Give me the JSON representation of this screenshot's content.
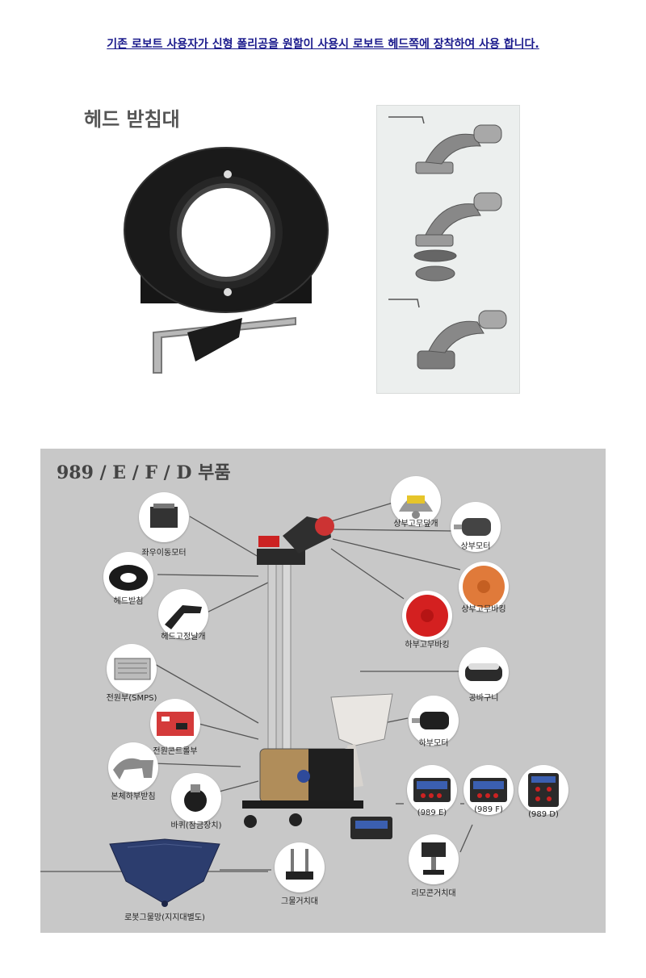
{
  "notice": "기존 로보트 사용자가 신형 폴리공을 원할이 사용시 로보트 헤드쪽에 장착하여 사용 합니다.",
  "head_section": {
    "title": "헤드 받침대"
  },
  "parts_section": {
    "title": "989 / E / F / D 부품",
    "parts": [
      {
        "key": "left-right-motor",
        "label": "좌우이동모터"
      },
      {
        "key": "upper-rubber-cover",
        "label": "상부고무덮개"
      },
      {
        "key": "upper-motor",
        "label": "상부모터"
      },
      {
        "key": "head-support",
        "label": "헤드받침"
      },
      {
        "key": "upper-rubber-packing",
        "label": "상부고무바킹"
      },
      {
        "key": "head-fixing-wing",
        "label": "헤드고정날개"
      },
      {
        "key": "lower-rubber-packing",
        "label": "하부고무바킹"
      },
      {
        "key": "power-smps",
        "label": "전원부(SMPS)"
      },
      {
        "key": "ball-basket",
        "label": "공바구니"
      },
      {
        "key": "power-controller",
        "label": "전원콘트롤부"
      },
      {
        "key": "lower-motor",
        "label": "하부모터"
      },
      {
        "key": "body-lower-support",
        "label": "본체하부받침"
      },
      {
        "key": "wheel-lock",
        "label": "바퀴(잠금장치)"
      },
      {
        "key": "remote-989e",
        "label": "(989 E)"
      },
      {
        "key": "remote-989f",
        "label": "(989 F)"
      },
      {
        "key": "remote-989d",
        "label": "(989 D)"
      },
      {
        "key": "net-holder",
        "label": "그물거치대"
      },
      {
        "key": "remote-holder",
        "label": "리모콘거치대"
      },
      {
        "key": "robot-net",
        "label": "로봇그물망(지지대별도)"
      }
    ]
  },
  "colors": {
    "notice": "#1a1a8c",
    "panel": "#c8c8c8",
    "packing_orange": "#e07a3a",
    "packing_red": "#d42020"
  }
}
